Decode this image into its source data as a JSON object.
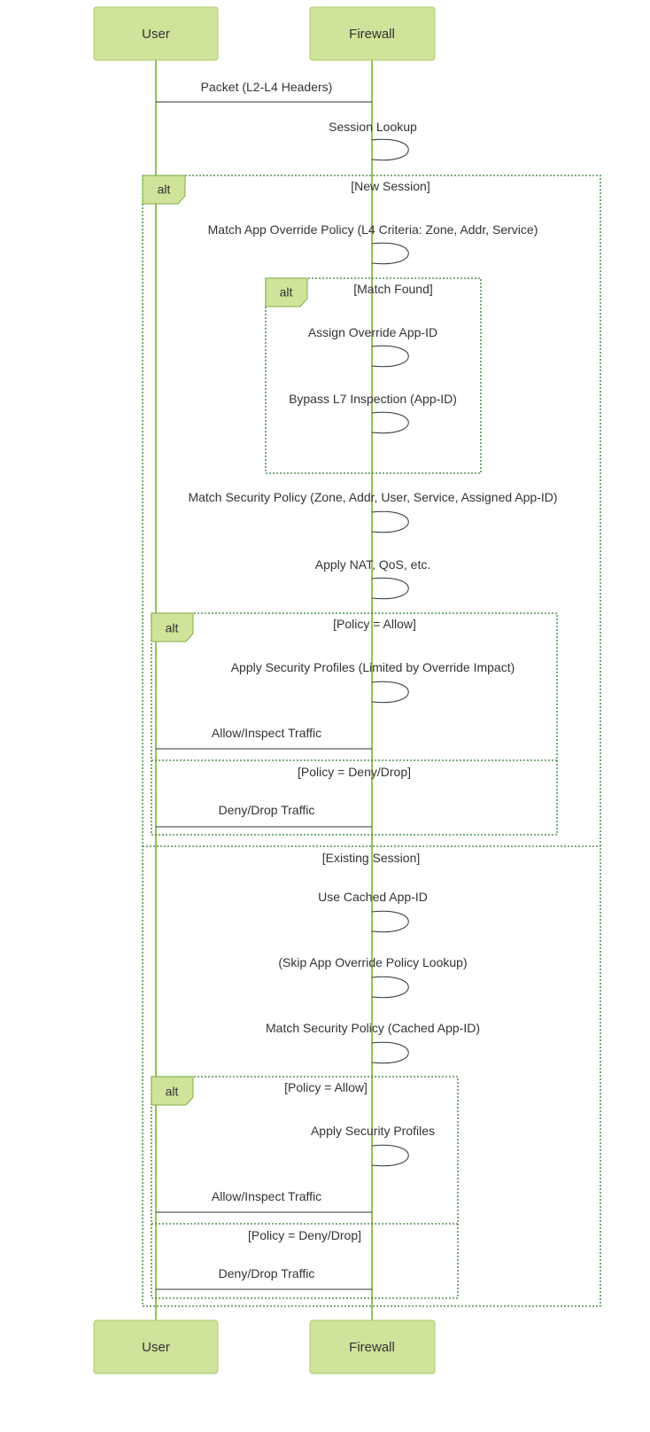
{
  "actors": {
    "user": "User",
    "firewall": "Firewall"
  },
  "messages": {
    "packet": "Packet (L2-L4 Headers)",
    "session_lookup": "Session Lookup",
    "match_app_override": "Match App Override Policy (L4 Criteria: Zone, Addr, Service)",
    "assign_override": "Assign Override App-ID",
    "bypass_l7": "Bypass L7 Inspection (App-ID)",
    "match_security": "Match Security Policy (Zone, Addr, User, Service, Assigned App-ID)",
    "apply_nat": "Apply NAT, QoS, etc.",
    "apply_profiles_limited": "Apply Security Profiles (Limited by Override Impact)",
    "allow_inspect_1": "Allow/Inspect Traffic",
    "deny_drop_1": "Deny/Drop Traffic",
    "use_cached": "Use Cached App-ID",
    "skip_override": "(Skip App Override Policy Lookup)",
    "match_security_cached": "Match Security Policy (Cached App-ID)",
    "apply_profiles": "Apply Security Profiles",
    "allow_inspect_2": "Allow/Inspect Traffic",
    "deny_drop_2": "Deny/Drop Traffic"
  },
  "frames": {
    "alt_tag": "alt",
    "new_session": "[New Session]",
    "existing_session": "[Existing Session]",
    "match_found": "[Match Found]",
    "policy_allow": "[Policy = Allow]",
    "policy_deny": "[Policy = Deny/Drop]"
  },
  "colors": {
    "actor_fill": "#cfe39a",
    "lifeline": "#93c54a",
    "frame_border": "#2e7d32"
  }
}
